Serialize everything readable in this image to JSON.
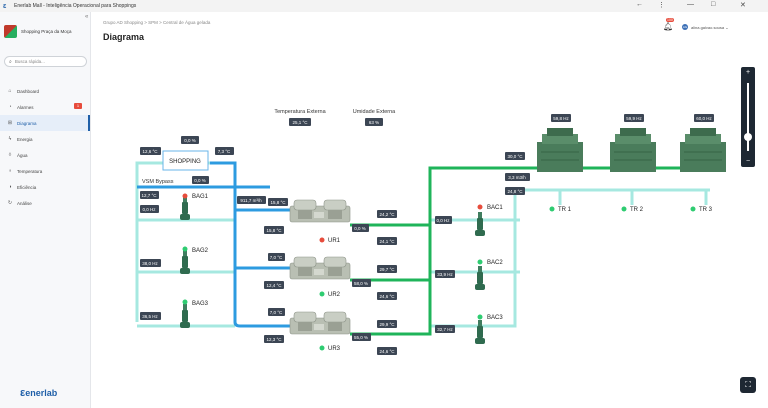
{
  "app": {
    "title": "Enerlab Mall - Inteligência Operacional para Shoppings",
    "window": {
      "minimize": "—",
      "maximize": "□",
      "close": "✕",
      "more": "⋮",
      "back": "←"
    },
    "collapse": "«"
  },
  "sidebar": {
    "brand_name": "Shopping Praça da Moça",
    "search_placeholder": "Busca rápida...",
    "items": [
      {
        "label": "Dashboard",
        "icon": "home-icon"
      },
      {
        "label": "Alarmes",
        "icon": "bell-icon",
        "badge": "1"
      },
      {
        "label": "Diagrama",
        "icon": "diagram-icon",
        "active": true
      },
      {
        "label": "Energia",
        "icon": "bolt-icon"
      },
      {
        "label": "Água",
        "icon": "drop-icon"
      },
      {
        "label": "Temperatura",
        "icon": "thermometer-icon"
      },
      {
        "label": "Eficiência",
        "icon": "gauge-icon"
      },
      {
        "label": "Análise",
        "icon": "chart-icon"
      }
    ],
    "footer_logo": "enerlab"
  },
  "header": {
    "breadcrumb": "Grupo AD Shopping  >  SPM  >  Central de Água gelada",
    "title": "Diagrama",
    "notification_count": "100",
    "user_name": "alina.galvao.sousa  ⌄",
    "user_initials": "AG"
  },
  "diagram": {
    "ext_temp_label": "Temperatura Externa",
    "ext_temp_value": "25,1 °C",
    "ext_hum_label": "Umidade Externa",
    "ext_hum_value": "63 %",
    "shopping_label": "SHOPPING",
    "shopping_top": "0,0 %",
    "shopping_left": "12,6 °C",
    "shopping_right": "7,3 °C",
    "vsm_label": "VSM Bypass",
    "vsm_value": "0,0 %",
    "bag1": {
      "label": "BAG1",
      "temp": "12,7 °C",
      "hz": "0,0 Hz",
      "status": "#e74c3c"
    },
    "bag2": {
      "label": "BAG2",
      "hz": "38,0 Hz",
      "status": "#2ecc71"
    },
    "bag3": {
      "label": "BAG3",
      "hz": "36,5 Hz",
      "status": "#2ecc71"
    },
    "flow": "911,7 m³/h",
    "ur1": {
      "label": "UR1",
      "in_top": "15,8 °C",
      "in_bot": "15,8 °C",
      "out_top": "24,2 °C",
      "out_bot": "24,1 °C",
      "pct": "0,0 %",
      "status": "#e74c3c"
    },
    "ur2": {
      "label": "UR2",
      "in_top": "7,0 °C",
      "in_bot": "12,4 °C",
      "out_top": "29,7 °C",
      "out_bot": "24,6 °C",
      "pct": "58,0 %",
      "status": "#2ecc71"
    },
    "ur3": {
      "label": "UR3",
      "in_top": "7,0 °C",
      "in_bot": "12,3 °C",
      "out_top": "29,9 °C",
      "out_bot": "24,6 °C",
      "pct": "55,0 %",
      "status": "#2ecc71"
    },
    "bac1": {
      "label": "BAC1",
      "hz": "0,0 Hz",
      "status": "#e74c3c"
    },
    "bac2": {
      "label": "BAC2",
      "hz": "33,9 Hz",
      "status": "#2ecc71"
    },
    "bac3": {
      "label": "BAC3",
      "hz": "32,7 Hz",
      "status": "#2ecc71"
    },
    "tower_in": "30,0 °C",
    "tower_flow": "3,3 m3/h",
    "tower_out": "24,8 °C",
    "tr1": {
      "label": "TR 1",
      "hz": "59,8 Hz"
    },
    "tr2": {
      "label": "TR 2",
      "hz": "59,9 Hz"
    },
    "tr3": {
      "label": "TR 3",
      "hz": "60,0 Hz"
    }
  },
  "colors": {
    "cold_pipe": "#2d9be0",
    "return_pipe": "#a6e8e0",
    "condenser_pipe": "#1fb45a",
    "tower": "#4a7c5b",
    "chiller": "#b9bfb3",
    "pump": "#2f6b4f",
    "label_bg": "#3c4654"
  },
  "controls": {
    "zoom_in": "+",
    "zoom_out": "−",
    "fit": "⛶"
  }
}
